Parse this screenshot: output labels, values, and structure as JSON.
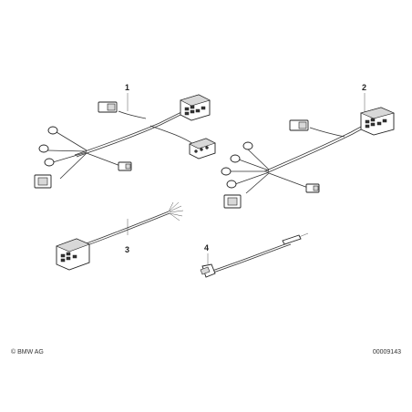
{
  "diagram": {
    "callouts": [
      {
        "id": "1",
        "label": "1"
      },
      {
        "id": "2",
        "label": "2"
      },
      {
        "id": "3",
        "label": "3"
      },
      {
        "id": "4",
        "label": "4"
      }
    ]
  },
  "footer": {
    "copyright": "© BMW AG",
    "document_number": "00009143"
  }
}
